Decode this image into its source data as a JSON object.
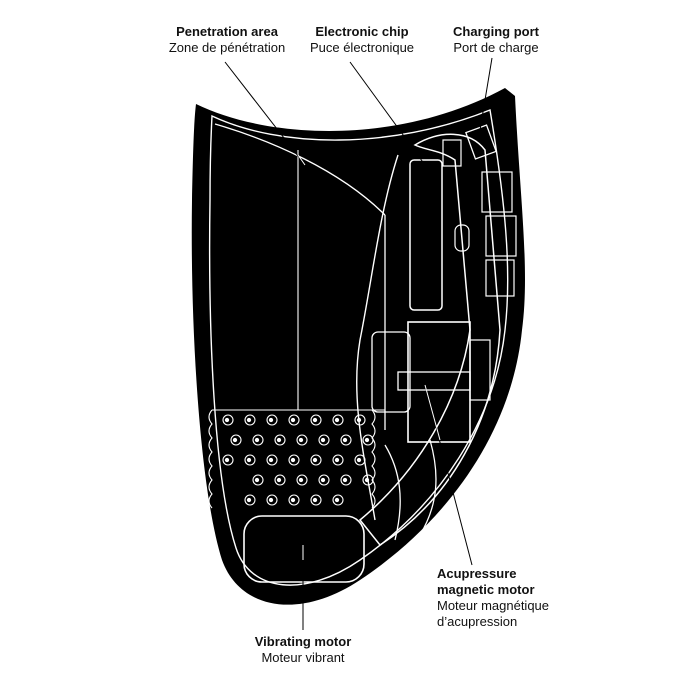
{
  "labels": {
    "penetration": {
      "en": "Penetration area",
      "fr": "Zone de pénétration"
    },
    "chip": {
      "en": "Electronic chip",
      "fr": "Puce électronique"
    },
    "charging": {
      "en": "Charging port",
      "fr": "Port de charge"
    },
    "acupressure": {
      "en1": "Acupressure",
      "en2": "magnetic motor",
      "fr1": "Moteur magnétique",
      "fr2": "d’acupression"
    },
    "vibrating": {
      "en": "Vibrating motor",
      "fr": "Moteur vibrant"
    }
  },
  "colors": {
    "body": "#000000",
    "detail": "#ffffff",
    "leader": "#000000",
    "text": "#111111"
  }
}
